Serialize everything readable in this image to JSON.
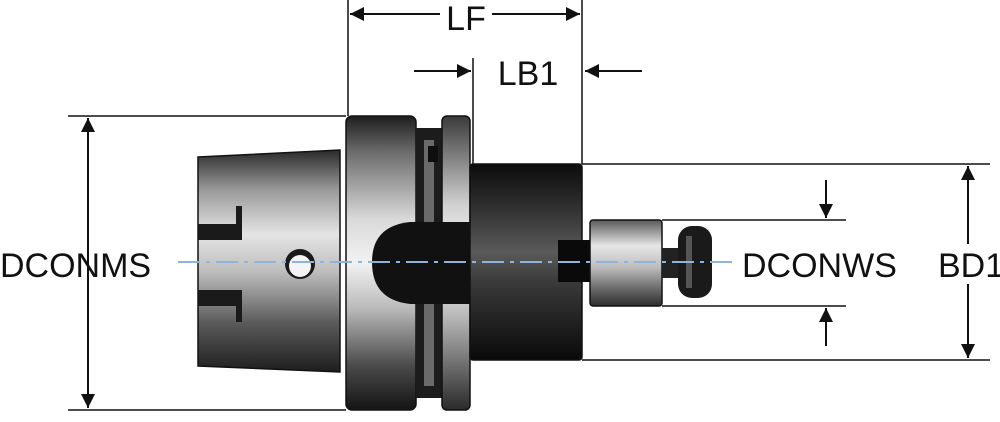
{
  "labels": {
    "lf": "LF",
    "lb1": "LB1",
    "dconms": "DCONMS",
    "dconws": "DCONWS",
    "bd1": "BD1"
  },
  "colors": {
    "line": "#111111",
    "centerline": "#8fb3d9",
    "steel_dark": "#1b1b1b",
    "steel_mid": "#6f6f6f",
    "steel_light": "#d6d6d6"
  }
}
